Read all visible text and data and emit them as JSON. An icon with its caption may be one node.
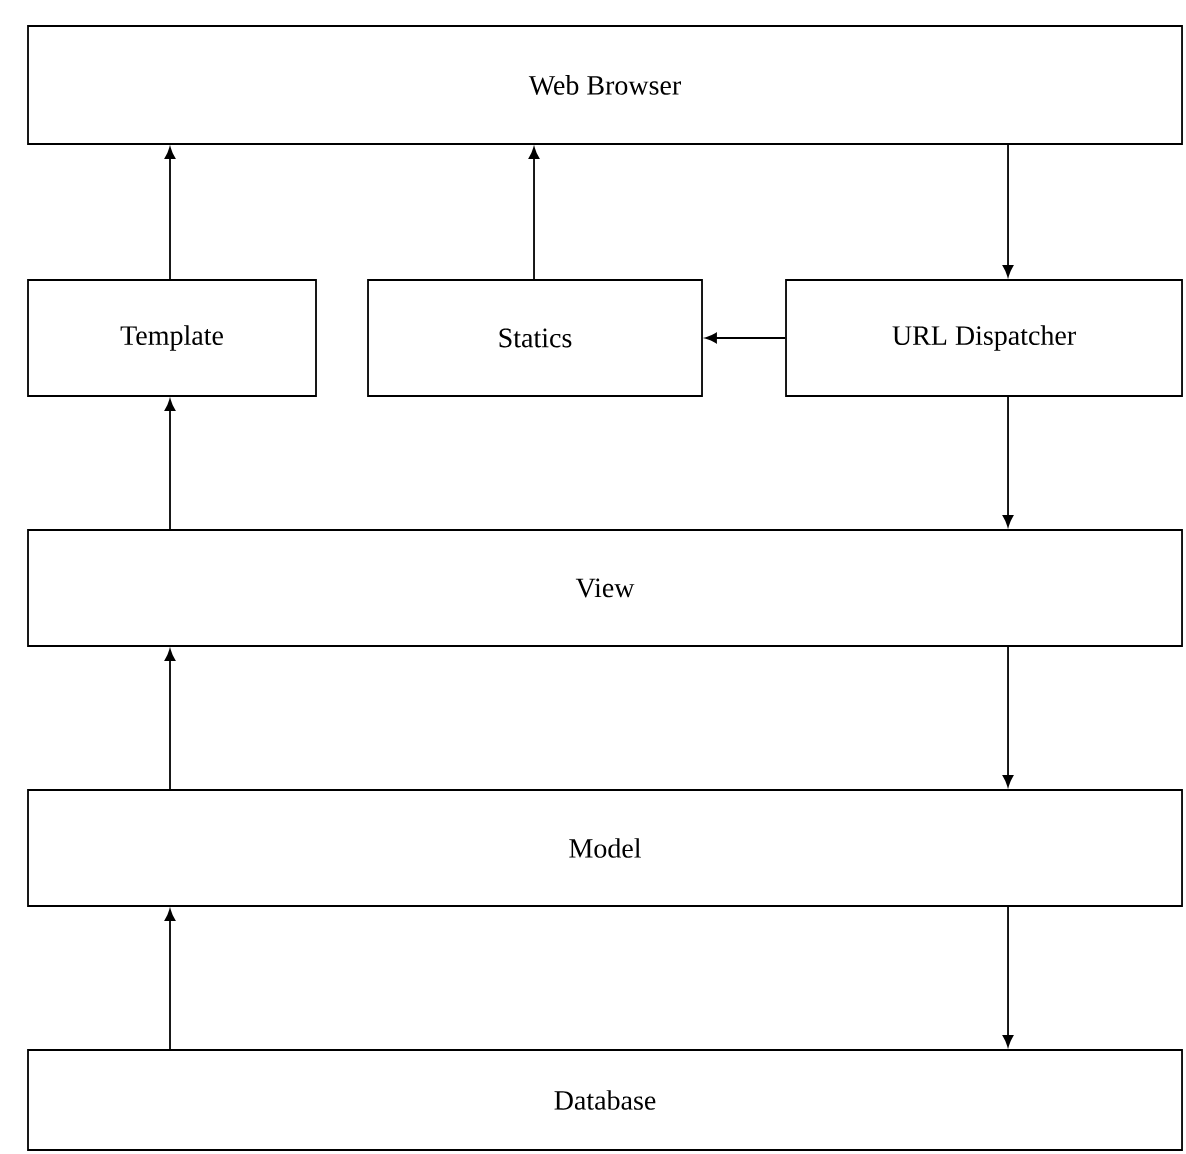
{
  "diagram": {
    "nodes": [
      {
        "text": [
          "Web Browser"
        ]
      },
      {
        "text": [
          "Template"
        ]
      },
      {
        "text": [
          "Statics"
        ]
      },
      {
        "text": [
          "URL Dispatcher"
        ]
      },
      {
        "text": [
          "View"
        ]
      },
      {
        "text": [
          "Model"
        ]
      },
      {
        "text": [
          "Database"
        ]
      }
    ],
    "edges": [
      {
        "from": 1,
        "to": 0,
        "arrow": "to"
      },
      {
        "from": 2,
        "to": 0,
        "arrow": "to"
      },
      {
        "from": 0,
        "to": 3,
        "arrow": "to"
      },
      {
        "from": 3,
        "to": 2,
        "arrow": "to"
      },
      {
        "from": 3,
        "to": 4,
        "arrow": "to"
      },
      {
        "from": 4,
        "to": 1,
        "arrow": "to"
      },
      {
        "from": 4,
        "to": 5,
        "arrow": "to"
      },
      {
        "from": 5,
        "to": 4,
        "arrow": "to"
      },
      {
        "from": 5,
        "to": 6,
        "arrow": "to"
      },
      {
        "from": 6,
        "to": 5,
        "arrow": "to"
      }
    ]
  }
}
